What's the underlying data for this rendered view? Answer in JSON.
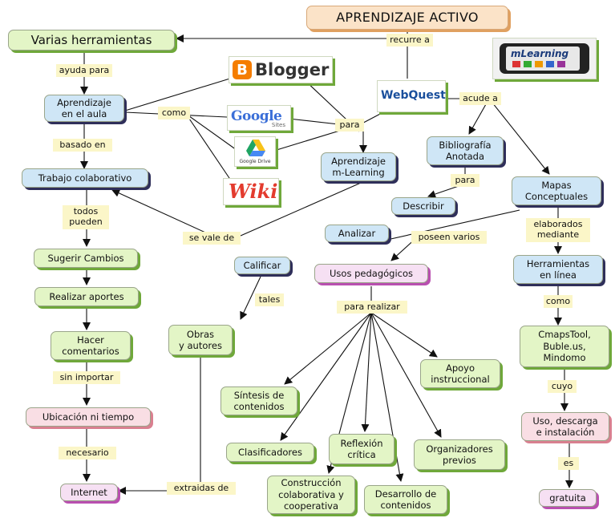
{
  "title": "APRENDIZAJE ACTIVO",
  "nodes": {
    "aprendizaje_activo": "APRENDIZAJE ACTIVO",
    "varias_herramientas": "Varias herramientas",
    "aprendizaje_aula": "Aprendizaje\nen el aula",
    "trabajo_colaborativo": "Trabajo colaborativo",
    "sugerir_cambios": "Sugerir Cambios",
    "realizar_aportes": "Realizar aportes",
    "hacer_comentarios": "Hacer\ncomentarios",
    "ubicacion_tiempo": "Ubicación ni  tiempo",
    "internet": "Internet",
    "aprendizaje_mlearning": "Aprendizaje\nm-Learning",
    "bibliografia_anotada": "Bibliografía\nAnotada",
    "mapas_conceptuales": "Mapas\nConceptuales",
    "describir": "Describir",
    "analizar": "Analizar",
    "calificar": "Calificar",
    "usos_pedagogicos": "Usos pedagógicos",
    "obras_autores": "Obras\ny autores",
    "herramientas_linea": "Herramientas\nen línea",
    "cmapstool": "CmapsTool,\nBuble.us,\nMindomo",
    "uso_descarga": "Uso, descarga\ne instalación",
    "gratuita": "gratuita",
    "sintesis": "Síntesis de\ncontenidos",
    "clasificadores": "Clasificadores",
    "reflexion": "Reflexión\ncrítica",
    "organizadores": "Organizadores\nprevios",
    "apoyo": "Apoyo\ninstruccional",
    "construccion": "Construcción\ncolaborativa y\ncooperativa",
    "desarrollo": "Desarrollo de\ncontenidos"
  },
  "links": {
    "recurre_a": "recurre a",
    "ayuda_para": "ayuda para",
    "como_1": "como",
    "para_1": "para",
    "acude_a": "acude a",
    "basado_en": "basado en",
    "para_2": "para",
    "todos_pueden": "todos\npueden",
    "se_vale_de": "se vale de",
    "elaborados_mediante": "elaborados\nmediante",
    "poseen_varios": "poseen varios",
    "tales": "tales",
    "para_realizar": "para realizar",
    "como_2": "como",
    "sin_importar": "sin importar",
    "cuyo": "cuyo",
    "es": "es",
    "necesario": "necesario",
    "extraidas_de": "extraidas de"
  },
  "logos": {
    "blogger": {
      "text": "Blogger",
      "icon": "blogger-icon",
      "color": "#f57d00"
    },
    "google": {
      "text": "Google",
      "sub": "Sites",
      "icon": "google-sites-icon"
    },
    "google_drive": {
      "text": "Google Drive",
      "icon": "google-drive-icon"
    },
    "wiki": {
      "text": "Wiki",
      "icon": "wiki-icon",
      "color": "#e33b2e"
    },
    "webquest": {
      "text": "WebQuest",
      "icon": "webquest-icon",
      "color": "#1a4f9c"
    },
    "mlearning": {
      "text": "mLearning",
      "icon": "mlearning-phone-icon"
    }
  },
  "colors": {
    "link_label_bg": "#fbf6c8",
    "line": "#111111"
  }
}
